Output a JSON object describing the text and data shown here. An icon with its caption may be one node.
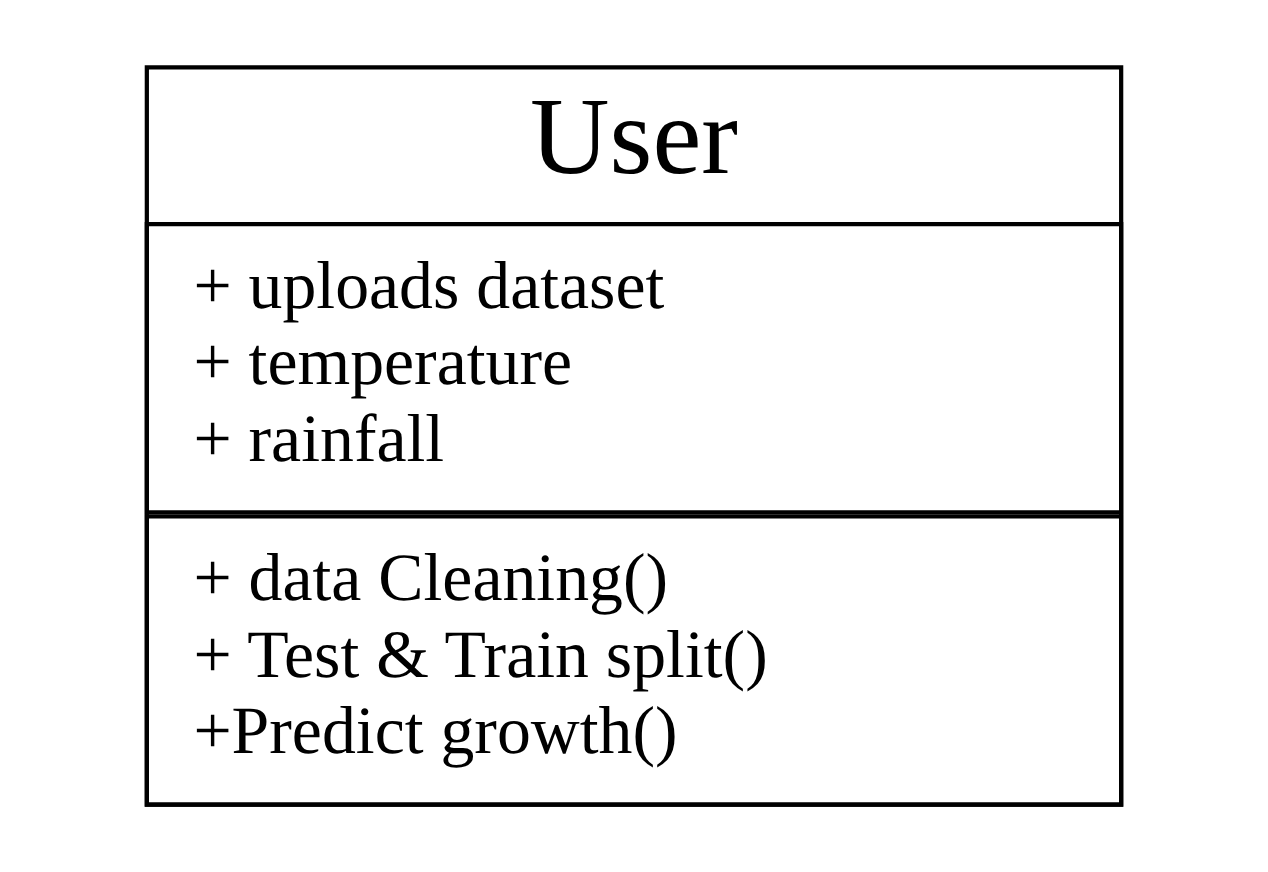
{
  "diagram": {
    "nodes": [
      {
        "text": [
          "User"
        ]
      },
      {
        "text": [
          "+ uploads dataset",
          "+ temperature",
          "+ rainfall"
        ],
        "in": 0
      },
      {
        "text": [
          "+ data Cleaning()",
          "+ Test & Train split()",
          "+Predict growth()"
        ],
        "in": 0
      }
    ],
    "edges": []
  }
}
